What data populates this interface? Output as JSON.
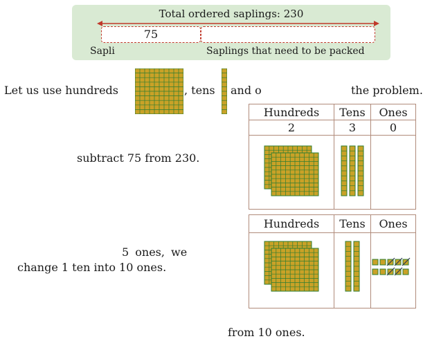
{
  "banner": {
    "title": "Total ordered saplings: 230",
    "segment_value": "75",
    "left_label": "Sapli",
    "right_label": "Saplings that need to be packed"
  },
  "intro": {
    "part1": "Let us use hundreds",
    "part2": ", tens",
    "part3": "and o",
    "part4": "the problem."
  },
  "table1": {
    "headers": [
      "Hundreds",
      "Tens",
      "Ones"
    ],
    "values": [
      "2",
      "3",
      "0"
    ],
    "blocks": {
      "hundreds": 2,
      "tens": 3,
      "ones": 0
    }
  },
  "step1": {
    "text": "subtract 75 from 230."
  },
  "table2": {
    "headers": [
      "Hundreds",
      "Tens",
      "Ones"
    ],
    "blocks": {
      "hundreds": 2,
      "tens": 2,
      "ones": 10,
      "crossed_ones": 5
    }
  },
  "step2": {
    "line1": "5 ones, we",
    "line2": "change 1 ten into 10 ones."
  },
  "step3": {
    "text": "from 10 ones."
  },
  "colors": {
    "block_fill": "#c9a227",
    "block_grid": "#2e7d32",
    "banner_bg": "#d9ead3",
    "arrow": "#c0392b"
  }
}
